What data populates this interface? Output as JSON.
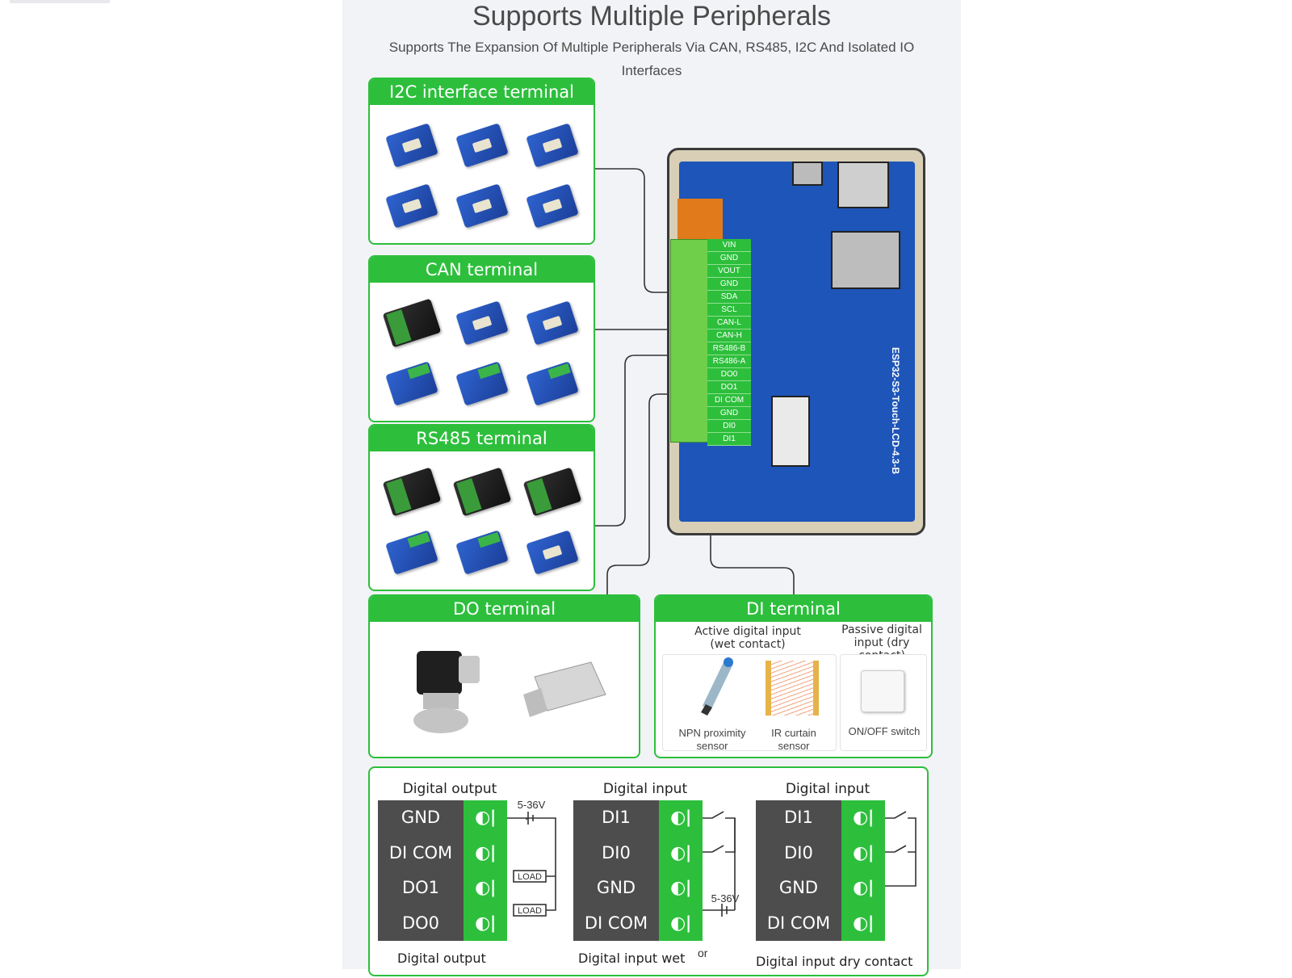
{
  "page": {
    "title": "Supports Multiple Peripherals",
    "subtitle": "Supports The Expansion Of Multiple Peripherals Via CAN, RS485, I2C And Isolated IO Interfaces"
  },
  "cards": {
    "i2c": {
      "title": "I2C interface terminal"
    },
    "can": {
      "title": "CAN terminal"
    },
    "rs485": {
      "title": "RS485 terminal"
    },
    "do": {
      "title": "DO terminal"
    },
    "di": {
      "title": "DI terminal",
      "active_label": "Active digital input (wet contact)",
      "passive_label": "Passive digital input (dry contact)",
      "npn_label": "NPN proximity sensor",
      "ir_label": "IR curtain sensor",
      "switch_label": "ON/OFF switch"
    }
  },
  "board": {
    "name": "ESP32-S3-Touch-LCD-4.3-B",
    "pins": [
      "VIN",
      "GND",
      "VOUT",
      "GND",
      "SDA",
      "SCL",
      "CAN-L",
      "CAN-H",
      "RS486-B",
      "RS486-A",
      "DO0",
      "DO1",
      "DI COM",
      "GND",
      "DI0",
      "DI1"
    ]
  },
  "wiring": {
    "block1": {
      "title": "Digital output",
      "rows": [
        "GND",
        "DI COM",
        "DO1",
        "DO0"
      ],
      "caption": "Digital output",
      "voltage": "5-36V",
      "load": "LOAD"
    },
    "block2": {
      "title": "Digital input",
      "rows": [
        "DI1",
        "DI0",
        "GND",
        "DI COM"
      ],
      "caption": "Digital input wet",
      "voltage": "5-36V",
      "or": "or"
    },
    "block3": {
      "title": "Digital input",
      "rows": [
        "DI1",
        "DI0",
        "GND",
        "DI COM"
      ],
      "caption": "Digital input dry contact"
    },
    "screw_glyph": "◐ǀ"
  },
  "colors": {
    "accent": "#2dbf3c",
    "panel": "#f1f3f6",
    "pcb": "#1e55b9"
  }
}
